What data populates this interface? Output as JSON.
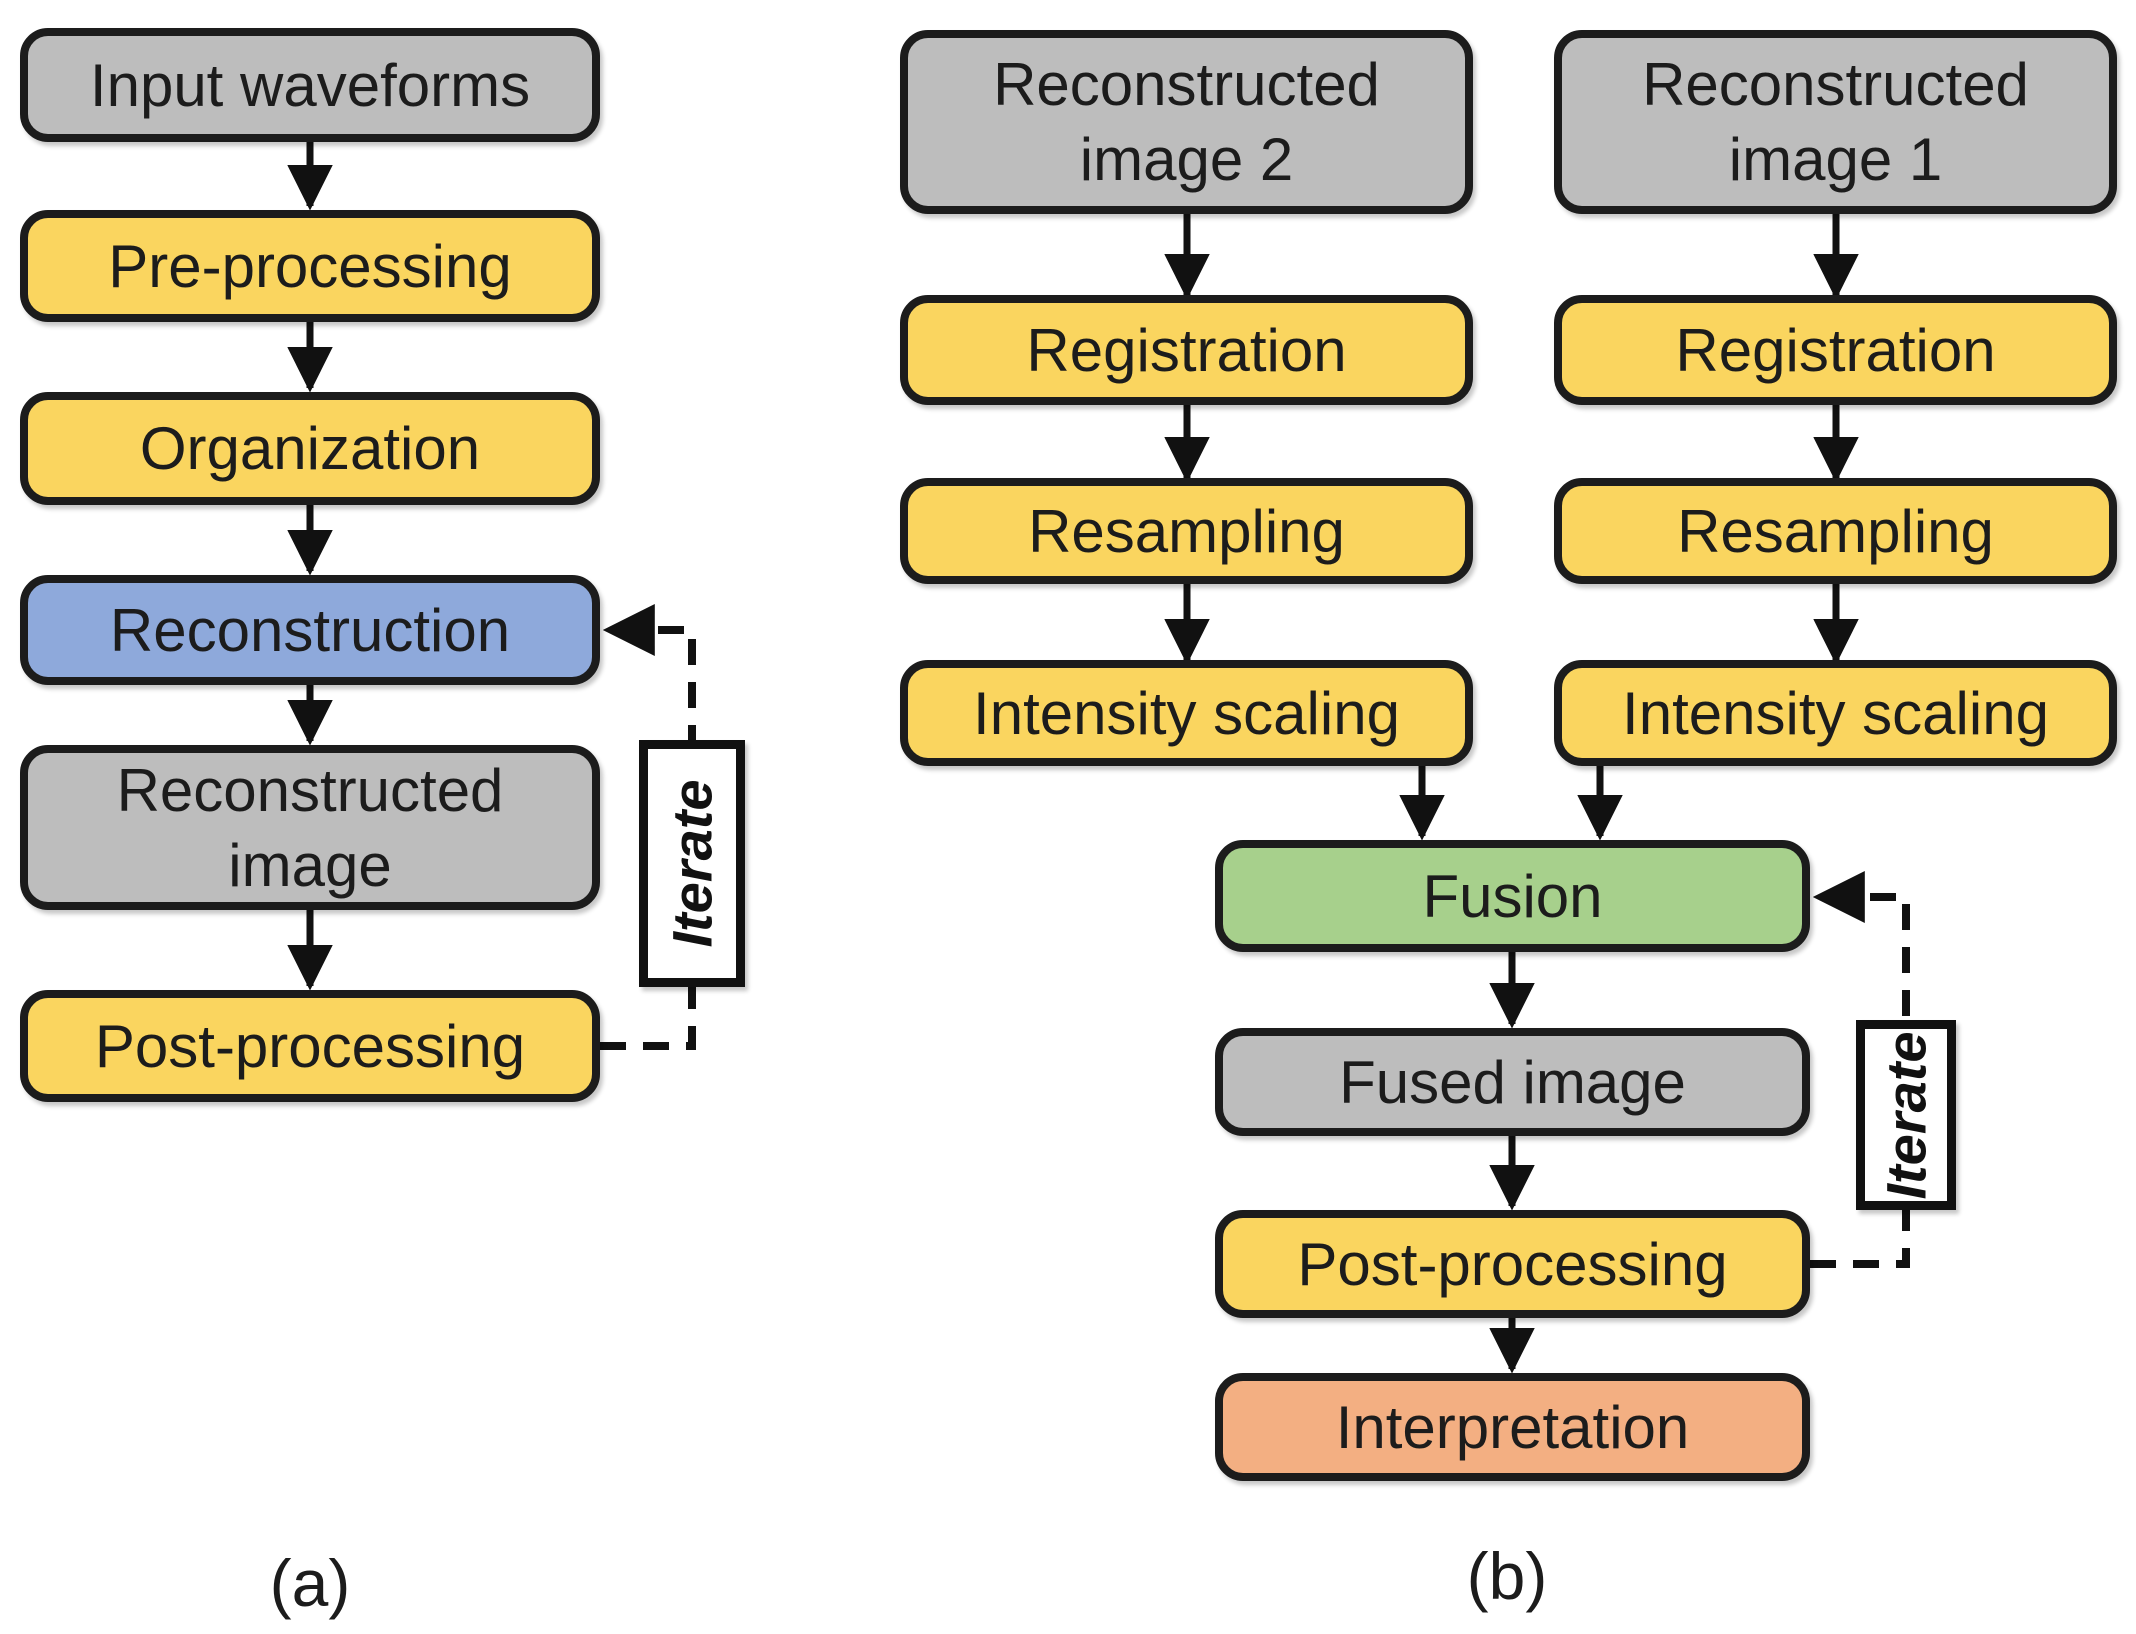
{
  "figure": {
    "type": "flowchart",
    "description_visible_text_only": true,
    "colors": {
      "box_gray": "#BDBDBD",
      "box_yellow": "#FAD55F",
      "box_blue": "#8EA9DB",
      "box_green": "#A7D08C",
      "box_orange": "#F3AF82",
      "border": "#1C1C1C",
      "background": "#FFFFFF"
    }
  },
  "panel_a": {
    "caption": "(a)",
    "iterate_label": "Iterate",
    "nodes": [
      {
        "label": "Input waveforms",
        "color": "gray"
      },
      {
        "label": "Pre-processing",
        "color": "yellow"
      },
      {
        "label": "Organization",
        "color": "yellow"
      },
      {
        "label": "Reconstruction",
        "color": "blue"
      },
      {
        "label": "Reconstructed\nimage",
        "color": "gray"
      },
      {
        "label": "Post-processing",
        "color": "yellow"
      }
    ]
  },
  "panel_b": {
    "caption": "(b)",
    "iterate_label": "Iterate",
    "column_image2": [
      {
        "label": "Reconstructed\nimage 2",
        "color": "gray"
      },
      {
        "label": "Registration",
        "color": "yellow"
      },
      {
        "label": "Resampling",
        "color": "yellow"
      },
      {
        "label": "Intensity scaling",
        "color": "yellow"
      }
    ],
    "column_image1": [
      {
        "label": "Reconstructed\nimage 1",
        "color": "gray"
      },
      {
        "label": "Registration",
        "color": "yellow"
      },
      {
        "label": "Resampling",
        "color": "yellow"
      },
      {
        "label": "Intensity scaling",
        "color": "yellow"
      }
    ],
    "merge_chain": [
      {
        "label": "Fusion",
        "color": "green"
      },
      {
        "label": "Fused image",
        "color": "gray"
      },
      {
        "label": "Post-processing",
        "color": "yellow"
      },
      {
        "label": "Interpretation",
        "color": "orange"
      }
    ]
  }
}
